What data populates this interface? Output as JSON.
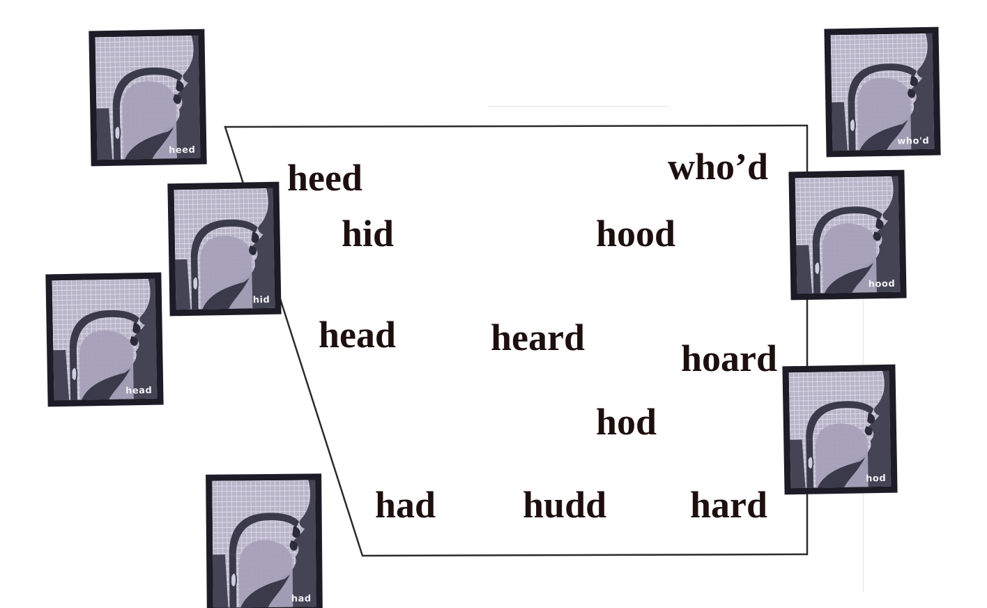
{
  "words": {
    "heed": "heed",
    "hid": "hid",
    "head": "head",
    "had": "had",
    "heard": "heard",
    "hudd": "hudd",
    "whod": "who’d",
    "hood": "hood",
    "hoard": "hoard",
    "hod": "hod",
    "hard": "hard"
  },
  "tiles": {
    "heed": "heed",
    "hid": "hid",
    "head": "head",
    "had": "had",
    "whod": "who'd",
    "hood": "hood",
    "hod": "hod"
  }
}
